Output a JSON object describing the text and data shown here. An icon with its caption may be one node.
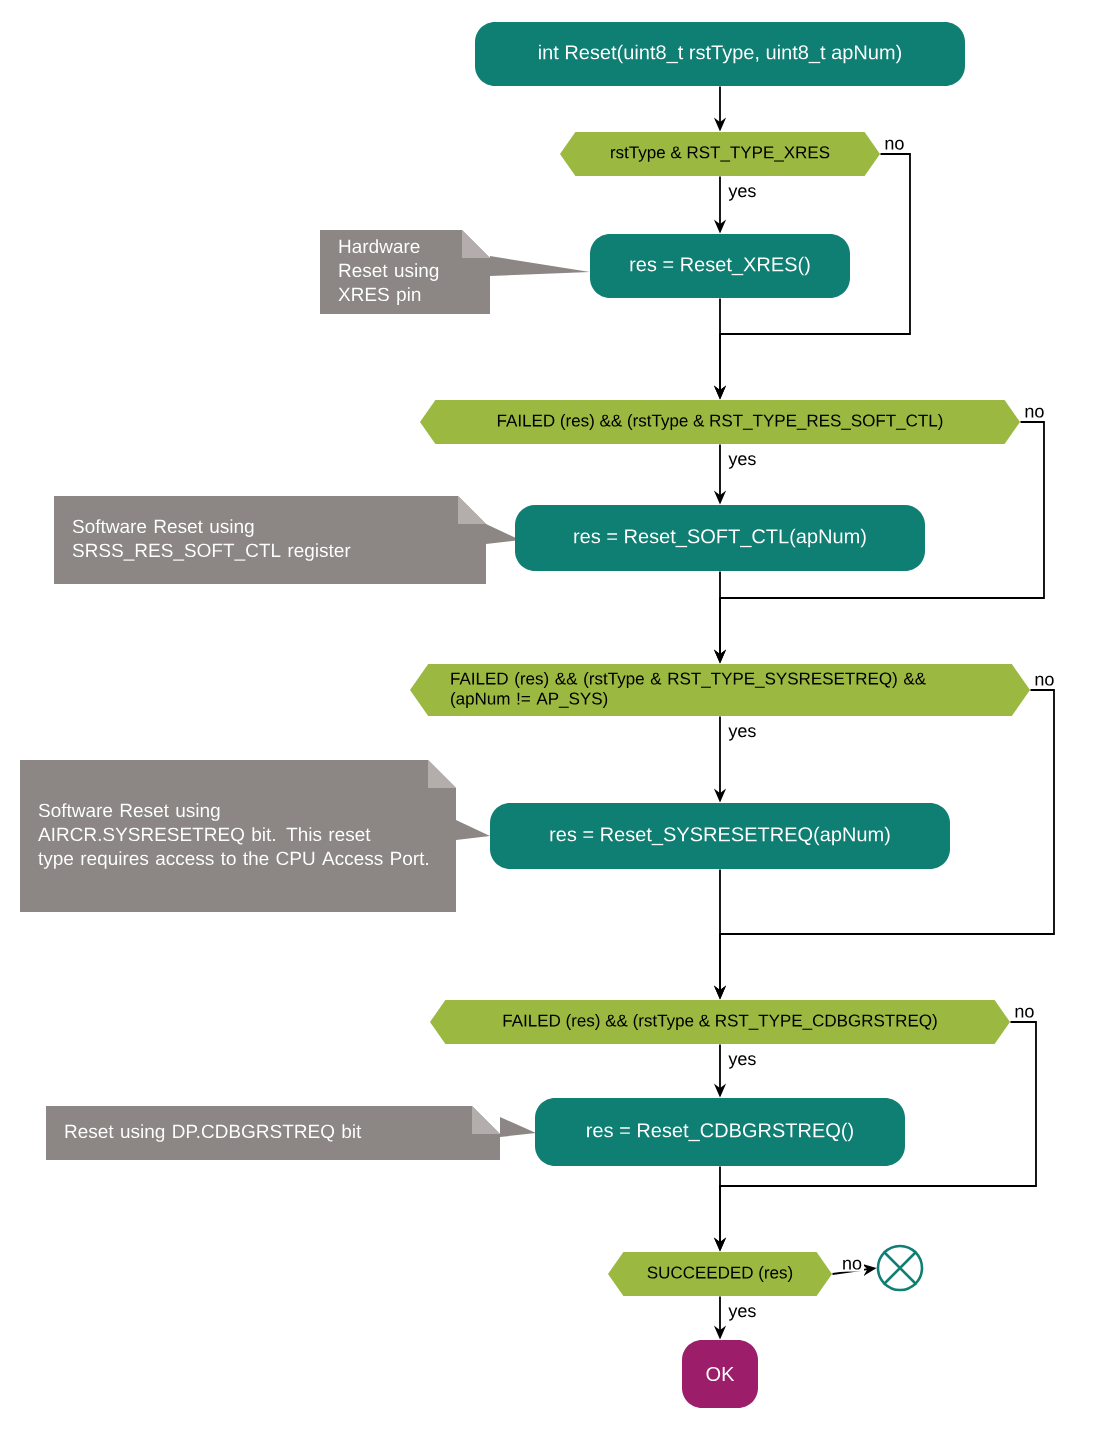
{
  "diagram": {
    "nodes": [
      {
        "text": [
          "int Reset(uint8_t rstType, uint8_t apNum)"
        ]
      },
      {
        "text": [
          "rstType & RST_TYPE_XRES"
        ]
      },
      {
        "text": [
          "Hardware Reset using XRES pin"
        ]
      },
      {
        "text": [
          "res = Reset_XRES()"
        ]
      },
      {
        "text": [
          "FAILED (res) && (rstType & RST_TYPE_RES_SOFT_CTL)"
        ]
      },
      {
        "text": [
          "Software Reset using SRSS_RES_SOFT_CTL register"
        ]
      },
      {
        "text": [
          "res = Reset_SOFT_CTL(apNum)"
        ]
      },
      {
        "text": [
          "FAILED (res) && (rstType & RST_TYPE_SYSRESETREQ) && (apNum != AP_SYS)"
        ]
      },
      {
        "text": [
          "Software Reset using AIRCR.SYSRESETREQ bit. This reset type requires access to the CPU Access Port."
        ]
      },
      {
        "text": [
          "res = Reset_SYSRESETREQ(apNum)"
        ]
      },
      {
        "text": [
          "FAILED (res) && (rstType & RST_TYPE_CDBGRSTREQ)"
        ]
      },
      {
        "text": [
          "Reset using DP.CDBGRSTREQ bit"
        ]
      },
      {
        "text": [
          "res = Reset_CDBGRSTREQ()"
        ]
      },
      {
        "text": [
          "SUCCEEDED (res)"
        ]
      },
      {
        "text": [],
        "shape": "circle"
      },
      {
        "text": [
          "OK"
        ]
      }
    ],
    "edges": [
      {
        "from": 0,
        "to": 1,
        "arrow": "to"
      },
      {
        "from": 1,
        "to": 3,
        "arrow": "to",
        "label": "yes"
      },
      {
        "from": 1,
        "to": 4,
        "arrow": "to",
        "label": "no"
      },
      {
        "from": 3,
        "to": 4,
        "arrow": "to"
      },
      {
        "from": 4,
        "to": 6,
        "arrow": "to",
        "label": "yes"
      },
      {
        "from": 4,
        "to": 7,
        "arrow": "to",
        "label": "no"
      },
      {
        "from": 6,
        "to": 7,
        "arrow": "to"
      },
      {
        "from": 7,
        "to": 9,
        "arrow": "to",
        "label": "yes"
      },
      {
        "from": 7,
        "to": 10,
        "arrow": "to",
        "label": "no"
      },
      {
        "from": 9,
        "to": 10,
        "arrow": "to"
      },
      {
        "from": 10,
        "to": 12,
        "arrow": "to",
        "label": "yes"
      },
      {
        "from": 10,
        "to": 13,
        "arrow": "to",
        "label": "no"
      },
      {
        "from": 12,
        "to": 13,
        "arrow": "to"
      },
      {
        "from": 13,
        "to": 15,
        "arrow": "to",
        "label": "yes"
      },
      {
        "from": 13,
        "to": 14,
        "arrow": "to",
        "label": "no"
      }
    ]
  }
}
